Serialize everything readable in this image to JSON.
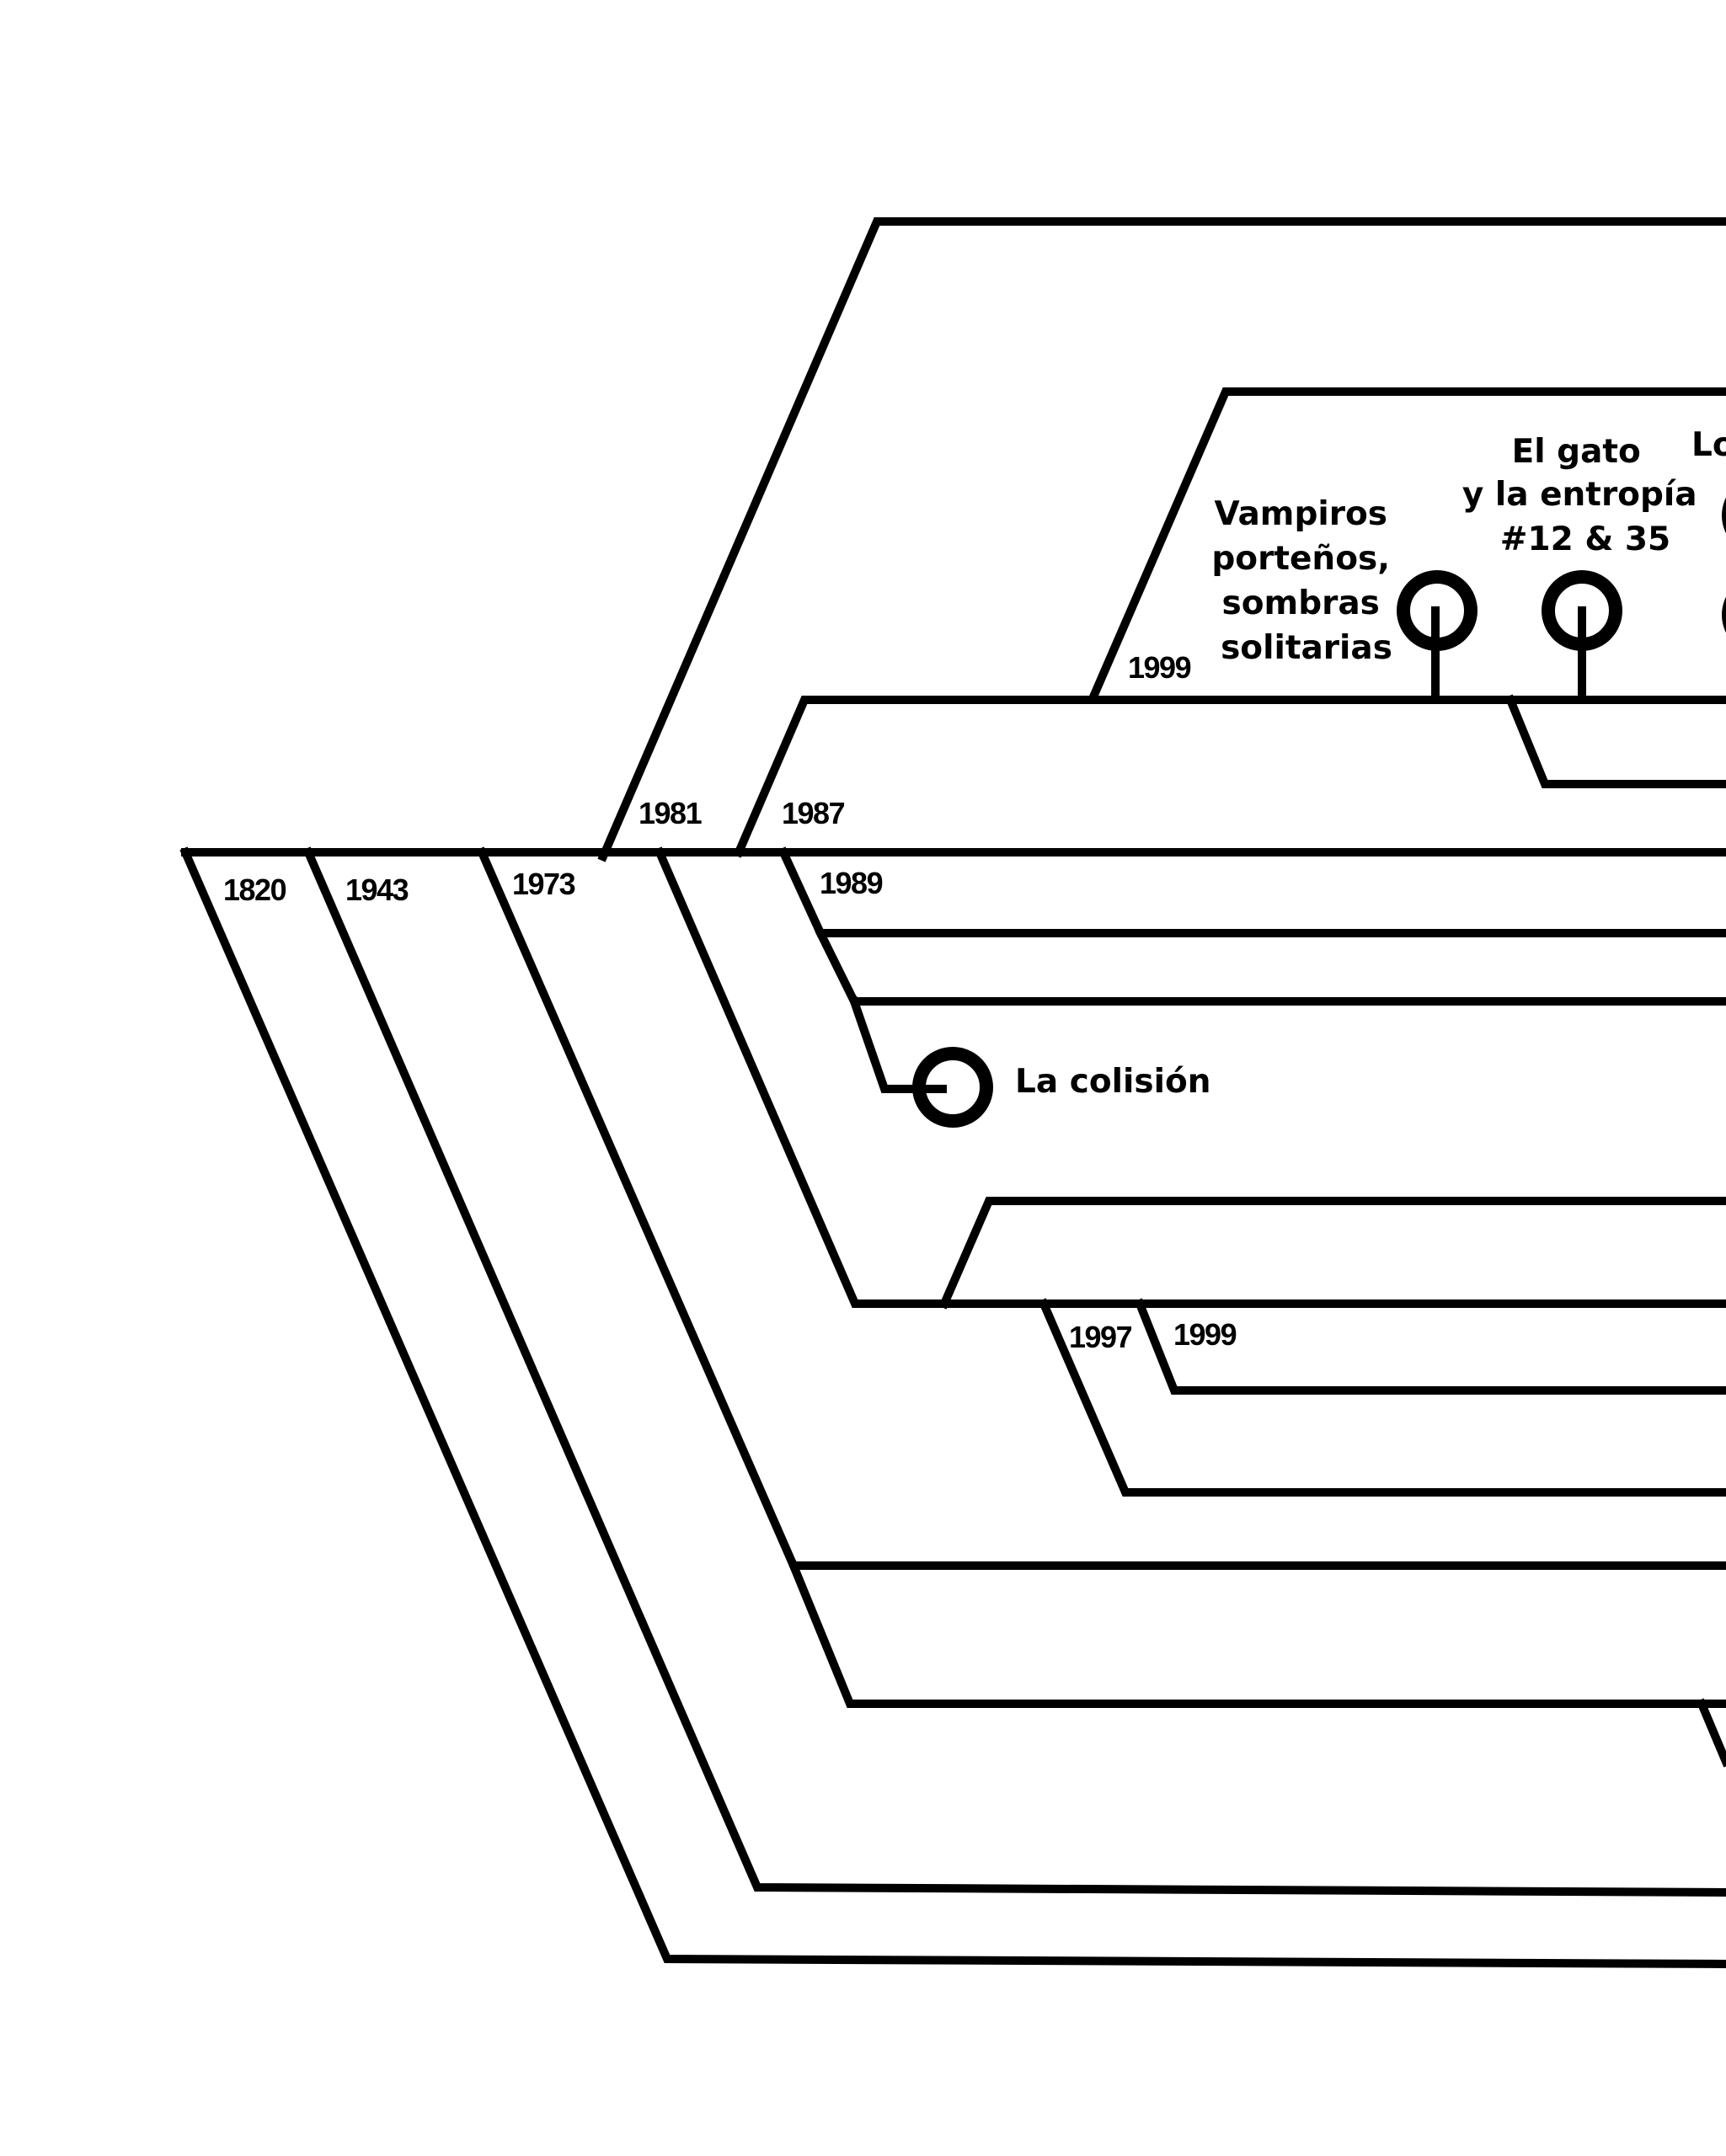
{
  "colors": {
    "ink": "#000000",
    "background": "#ffffff"
  },
  "years": {
    "y1820": "1820",
    "y1943": "1943",
    "y1973": "1973",
    "y1981": "1981",
    "y1987": "1987",
    "y1989": "1989",
    "y1997": "1997",
    "y1999_bottom": "1999",
    "y1999_top": "1999"
  },
  "works": {
    "vampiros": [
      "Vampiros",
      "porteños,",
      "sombras",
      "solitarias"
    ],
    "gato": [
      "El gato",
      "y la entropía",
      "#12 & 35"
    ],
    "partial_top": "Lo",
    "colision": "La colisión"
  }
}
